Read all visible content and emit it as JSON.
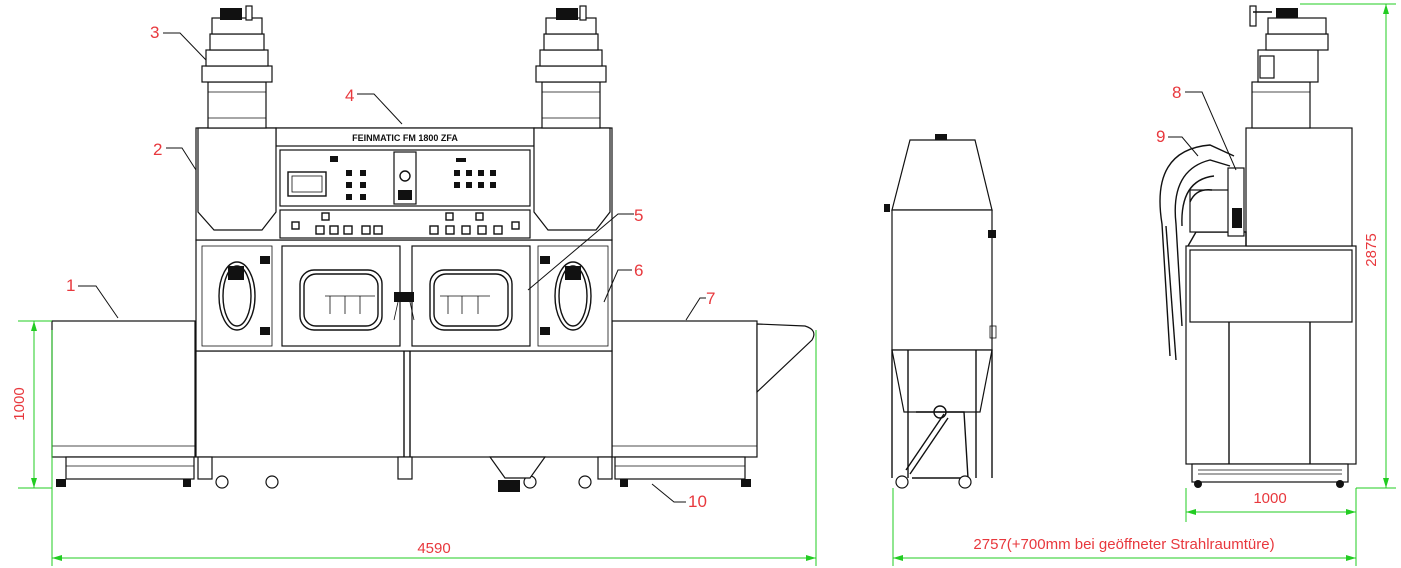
{
  "diagram": {
    "machine_label": "FEINMATIC FM 1800 ZFA",
    "callouts": [
      "1",
      "2",
      "3",
      "4",
      "5",
      "6",
      "7",
      "8",
      "9",
      "10"
    ],
    "dimensions": {
      "front_width": "4590",
      "table_height": "1000",
      "side_width": "2757(+700mm bei geöffneter Strahlraumtüre)",
      "rear_base_width": "1000",
      "total_height": "2875"
    },
    "colors": {
      "dimension_line": "#22cc22",
      "label_text": "#e8383d",
      "drawing_line": "#111111"
    }
  }
}
